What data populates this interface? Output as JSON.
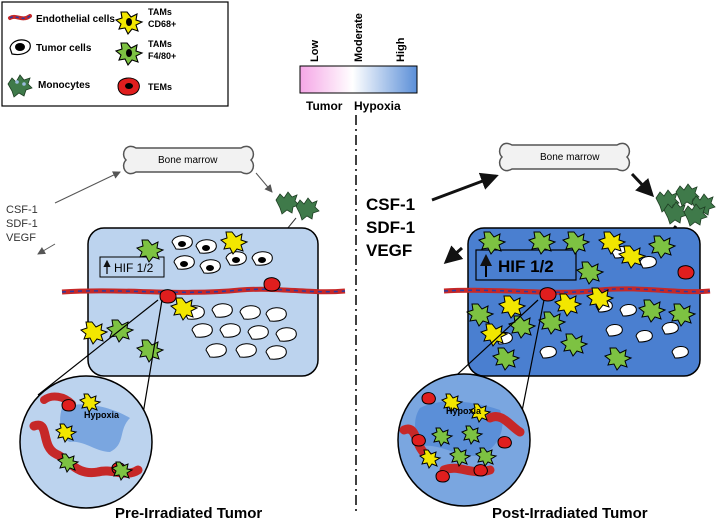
{
  "legend": {
    "items": [
      {
        "key": "endothelial",
        "label": "Endothelial cells"
      },
      {
        "key": "tumor",
        "label": "Tumor cells"
      },
      {
        "key": "monocytes",
        "label": "Monocytes"
      },
      {
        "key": "tams_cd68",
        "label_line1": "TAMs",
        "label_line2": "CD68+"
      },
      {
        "key": "tams_f480",
        "label_line1": "TAMs",
        "label_line2": "F4/80+"
      },
      {
        "key": "tems",
        "label": "TEMs"
      }
    ]
  },
  "hypoxia_scale": {
    "levels": [
      "Low",
      "Moderate",
      "High"
    ],
    "caption_left": "Tumor",
    "caption_right": "Hypoxia",
    "gradient": [
      "#f5a6e6",
      "#ffffff",
      "#5b8fd8"
    ]
  },
  "left_panel": {
    "bone_marrow": "Bone marrow",
    "factors": [
      "CSF-1",
      "SDF-1",
      "VEGF"
    ],
    "hif_label": "HIF 1/2",
    "hypoxia_label": "Hypoxia",
    "title": "Pre-Irradiated Tumor",
    "tumor_fill": "#bcd3ee"
  },
  "right_panel": {
    "bone_marrow": "Bone marrow",
    "factors": [
      "CSF-1",
      "SDF-1",
      "VEGF"
    ],
    "hif_label": "HIF 1/2",
    "hypoxia_label": "Hypoxia",
    "title": "Post-Irradiated Tumor",
    "tumor_fill": "#4a7fd0"
  },
  "colors": {
    "tem_red": "#e01e1e",
    "tam_green": "#7dc242",
    "tam_yellow": "#f2e600",
    "monocyte": "#3f7a4a",
    "vessel": "#c62828",
    "vessel_blue": "#2b3aa0"
  }
}
